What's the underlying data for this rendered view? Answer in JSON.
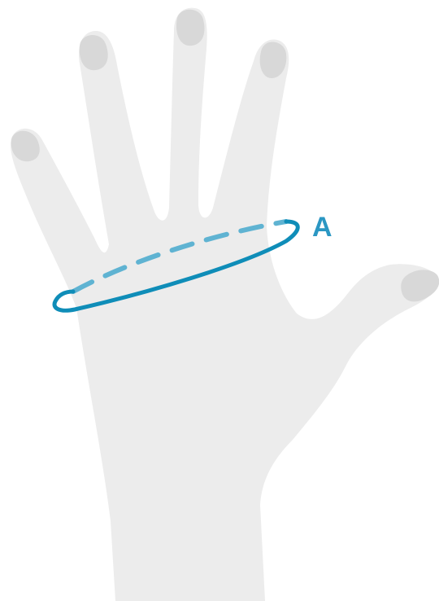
{
  "diagram": {
    "measurement_label": "A"
  },
  "colors": {
    "background": "#ffffff",
    "hand_fill": "#ececec",
    "nail_fill": "#d8d8d8",
    "measure_back": "#5fb3d2",
    "measure_front": "#0f8db8",
    "label": "#2b97c3"
  },
  "icons": {
    "hand": "open-hand-palm-illustration",
    "measure": "measuring-tape-loop"
  }
}
